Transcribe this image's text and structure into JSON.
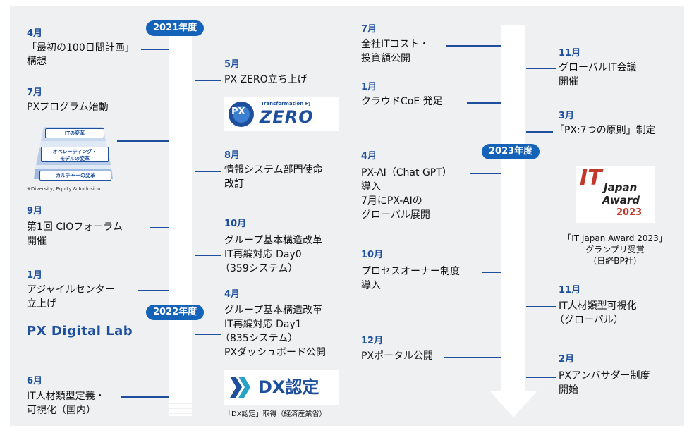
{
  "years": {
    "y2021": "2021年度",
    "y2022": "2022年度",
    "y2023": "2023年度"
  },
  "colors": {
    "accent": "#1e4f9c",
    "pill": "#1463b8",
    "timeline_arrow": "#ffffff",
    "background": "#eef0f2"
  },
  "left": [
    {
      "month": "4月",
      "lines": [
        "「最初の100日間計画」",
        "構想"
      ]
    },
    {
      "month": "7月",
      "lines": [
        "PXプログラム始動"
      ]
    },
    {
      "month": "9月",
      "lines": [
        "第1回 CIOフォーラム",
        "開催"
      ]
    },
    {
      "month": "1月",
      "lines": [
        "アジャイルセンター",
        "立上げ"
      ]
    },
    {
      "month": "6月",
      "lines": [
        "IT人材類型定義・",
        "可視化（国内）"
      ]
    }
  ],
  "pyramid": {
    "tiers": [
      "ITの変革",
      "オペレーティング・\nモデルの変革",
      "カルチャーの変革"
    ],
    "note": "※Diversity, Equity & Inclusion"
  },
  "pxdigital": {
    "text": "PX Digital Lab"
  },
  "mid": [
    {
      "month": "5月",
      "lines": [
        "PX ZERO立ち上げ"
      ]
    },
    {
      "month": "8月",
      "lines": [
        "情報システム部門使命",
        "改訂"
      ]
    },
    {
      "month": "10月",
      "lines": [
        "グループ基本構造改革",
        "IT再編対応 Day0",
        "（359システム）"
      ]
    },
    {
      "month": "4月",
      "lines": [
        "グループ基本構造改革",
        "IT再編対応 Day1",
        "（835システム）",
        "PXダッシュボード公開"
      ]
    }
  ],
  "pxzero": {
    "small": "Transformation PJ",
    "big": "ZERO",
    "mark": "PX"
  },
  "dx": {
    "text": "DX認定",
    "caption": "「DX認定」取得（経済産業省）"
  },
  "c3": [
    {
      "month": "7月",
      "lines": [
        "全社ITコスト・",
        "投資額公開"
      ]
    },
    {
      "month": "1月",
      "lines": [
        "クラウドCoE 発足"
      ]
    },
    {
      "month": "4月",
      "lines": [
        "PX-AI（Chat GPT）",
        "導入",
        "7月にPX-AIの",
        "グローバル展開"
      ]
    },
    {
      "month": "10月",
      "lines": [
        "プロセスオーナー制度",
        "導入"
      ]
    },
    {
      "month": "12月",
      "lines": [
        "PXポータル公開"
      ]
    }
  ],
  "c4": [
    {
      "month": "11月",
      "lines": [
        "グローバルIT会議",
        "開催"
      ]
    },
    {
      "month": "3月",
      "lines": [
        "「PX:7つの原則」制定"
      ]
    },
    {
      "month": "11月",
      "lines": [
        "IT人材類型可視化",
        "（グローバル）"
      ]
    },
    {
      "month": "2月",
      "lines": [
        "PXアンバサダー制度",
        "開始"
      ]
    }
  ],
  "award": {
    "logo_it": "IT",
    "logo_japan": "Japan",
    "logo_award": "Award",
    "logo_year": "2023",
    "caption": [
      "「IT Japan Award 2023」",
      "グランプリ受賞",
      "（日経BP社）"
    ]
  }
}
